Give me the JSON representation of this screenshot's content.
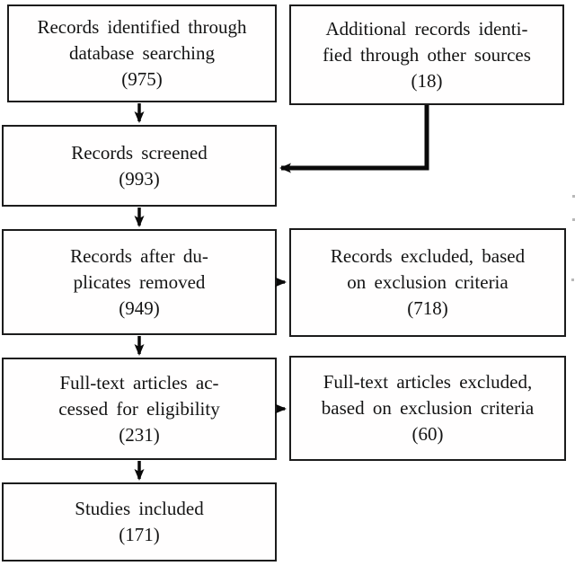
{
  "figure": {
    "type": "prisma-flowchart",
    "background_color": "#ffffff",
    "box_border_color": "#1c1c1c",
    "arrow_color": "#0a0a0a",
    "text_color": "#141414",
    "nodes": [
      {
        "id": "records-identified",
        "text": "Records identified through\ndatabase searching\n(975)",
        "count": 975
      },
      {
        "id": "additional-records",
        "text": "Additional records identi-\nfied through other sources\n(18)",
        "count": 18
      },
      {
        "id": "records-screened",
        "text": "Records screened\n(993)",
        "count": 993
      },
      {
        "id": "duplicates-removed",
        "text": "Records after du-\nplicates removed\n(949)",
        "count": 949
      },
      {
        "id": "records-excluded",
        "text": "Records excluded, based\non exclusion criteria\n(718)",
        "count": 718
      },
      {
        "id": "fulltext-assessed",
        "text": "Full-text articles ac-\ncessed for eligibility\n(231)",
        "count": 231
      },
      {
        "id": "fulltext-excluded",
        "text": "Full-text articles excluded,\nbased on exclusion criteria\n(60)",
        "count": 60
      },
      {
        "id": "studies-included",
        "text": "Studies included\n(171)",
        "count": 171
      }
    ],
    "edges": [
      {
        "from": "records-identified",
        "to": "records-screened"
      },
      {
        "from": "additional-records",
        "to": "records-screened"
      },
      {
        "from": "records-screened",
        "to": "duplicates-removed"
      },
      {
        "from": "duplicates-removed",
        "to": "records-excluded"
      },
      {
        "from": "duplicates-removed",
        "to": "fulltext-assessed"
      },
      {
        "from": "fulltext-assessed",
        "to": "fulltext-excluded"
      },
      {
        "from": "fulltext-assessed",
        "to": "studies-included"
      }
    ]
  }
}
